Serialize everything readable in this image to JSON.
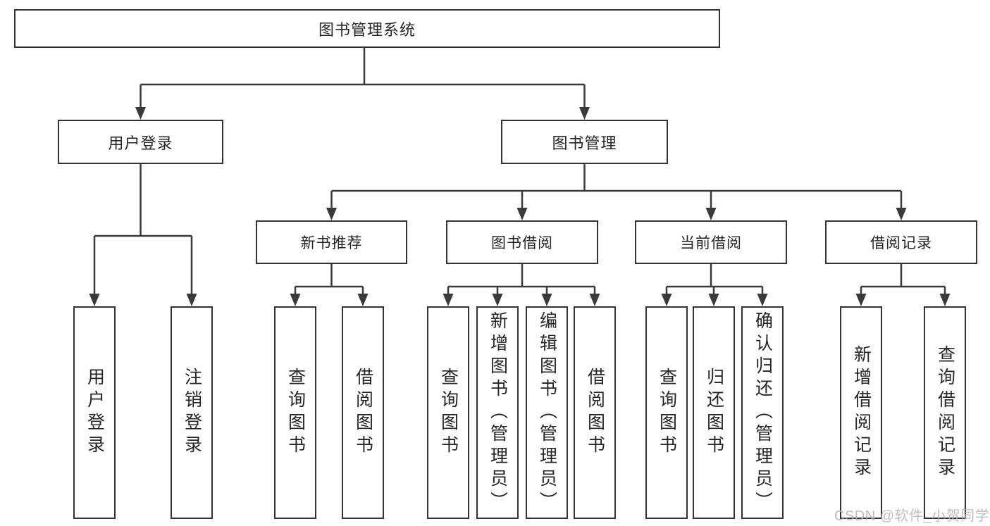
{
  "nodes": {
    "root": "图书管理系统",
    "user_login": "用户登录",
    "book_mgmt": "图书管理",
    "new_book": "新书推荐",
    "book_borrow": "图书借阅",
    "current_borrow": "当前借阅",
    "borrow_record": "借阅记录",
    "leaf_user_login": "用户登录",
    "leaf_logout": "注销登录",
    "leaf_nb_query": "查询图书",
    "leaf_nb_borrow": "借阅图书",
    "leaf_bb_query": "查询图书",
    "leaf_bb_add": "新增图书（管理员）",
    "leaf_bb_edit": "编辑图书（管理员）",
    "leaf_bb_borrow": "借阅图书",
    "leaf_cb_query": "查询图书",
    "leaf_cb_return": "归还图书",
    "leaf_cb_confirm": "确认归还（管理员）",
    "leaf_br_add": "新增借阅记录",
    "leaf_br_query": "查询借阅记录"
  },
  "watermark": "CSDN @软件_小贺同学",
  "colors": {
    "line": "#3a3a3a",
    "box_border": "#333333",
    "text": "#262626",
    "watermark": "#b5b5b5",
    "background": "#ffffff"
  }
}
